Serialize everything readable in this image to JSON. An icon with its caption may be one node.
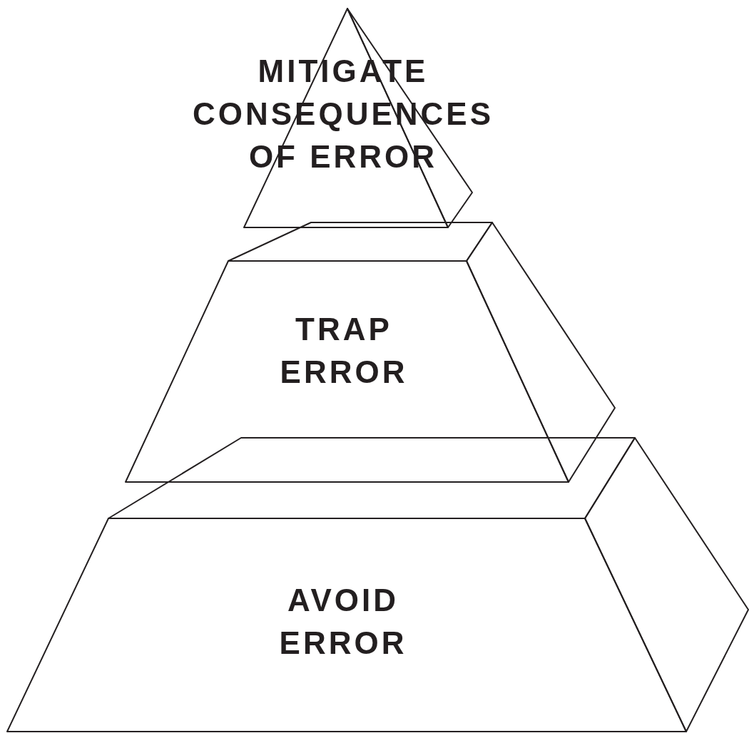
{
  "diagram": {
    "nodes": [
      {
        "text": [
          "MITIGATE CONSEQUENCES OF ERROR"
        ]
      },
      {
        "text": [
          "TRAP ERROR"
        ]
      },
      {
        "text": [
          "AVOID ERROR"
        ]
      }
    ]
  }
}
